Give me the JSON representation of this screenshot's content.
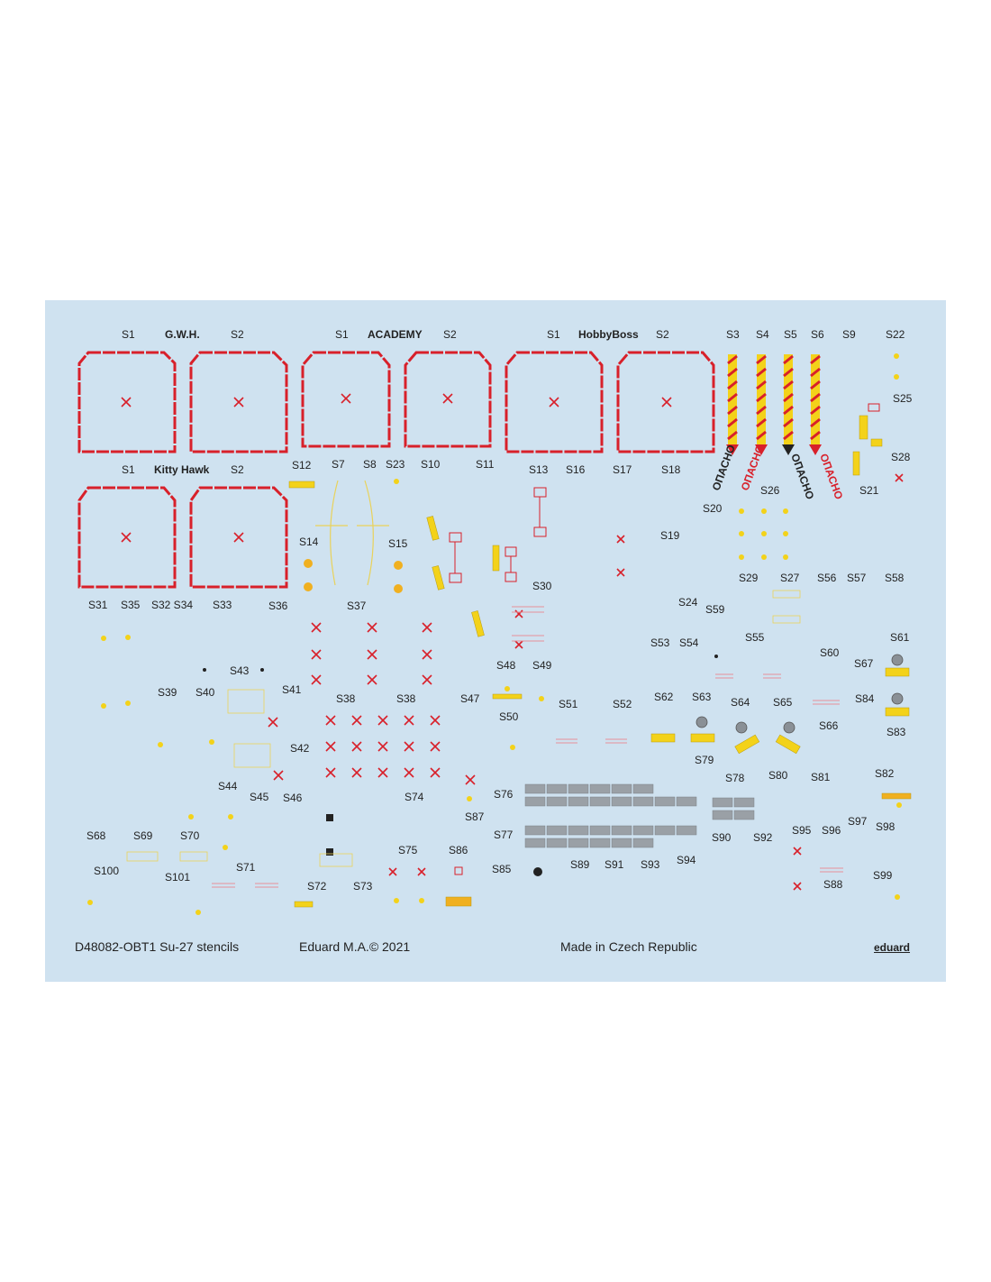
{
  "brands": {
    "gwh": "G.W.H.",
    "academy": "ACADEMY",
    "hobbyboss": "HobbyBoss",
    "kittyhawk": "Kitty Hawk"
  },
  "footer": {
    "code": "D48082-OBT1 Su-27 stencils",
    "copyright": "Eduard M.A.© 2021",
    "origin": "Made in Czech Republic",
    "logo": "eduard"
  },
  "vertical_texts": {
    "w1": "ОПАСНО",
    "w2": "ОПАСНО",
    "w3": "ОПАСНО",
    "w4": "ОПАСНО"
  },
  "labels": [
    "S1",
    "S2",
    "S1",
    "S2",
    "S1",
    "S2",
    "S3",
    "S4",
    "S5",
    "S6",
    "S9",
    "S22",
    "S25",
    "S28",
    "S1",
    "S2",
    "S12",
    "S7",
    "S8",
    "S23",
    "S10",
    "S11",
    "S13",
    "S16",
    "S17",
    "S18",
    "S26",
    "S21",
    "S20",
    "S14",
    "S15",
    "S19",
    "S30",
    "S29",
    "S27",
    "S56",
    "S57",
    "S58",
    "S31",
    "S35",
    "S32 S34",
    "S33",
    "S36",
    "S37",
    "S24",
    "S59",
    "S53",
    "S54",
    "S55",
    "S61",
    "S43",
    "S60",
    "S67",
    "S39",
    "S40",
    "S41",
    "S38",
    "S38",
    "S47",
    "S48",
    "S49",
    "S62",
    "S63",
    "S64",
    "S65",
    "S84",
    "S51",
    "S52",
    "S50",
    "S66",
    "S83",
    "S42",
    "S79",
    "S44",
    "S78",
    "S80",
    "S81",
    "S82",
    "S45",
    "S46",
    "S74",
    "S76",
    "S87",
    "S97",
    "S95",
    "S96",
    "S98",
    "S68",
    "S69",
    "S70",
    "S77",
    "S90",
    "S92",
    "S75",
    "S86",
    "S71",
    "S100",
    "S101",
    "S85",
    "S89",
    "S91",
    "S93",
    "S94",
    "S88",
    "S99",
    "S72",
    "S73"
  ],
  "colors": {
    "sheet": "#cfe2f0",
    "frame_red": "#d8202a",
    "stencil_yellow": "#f3d21a",
    "dark": "#222222"
  }
}
